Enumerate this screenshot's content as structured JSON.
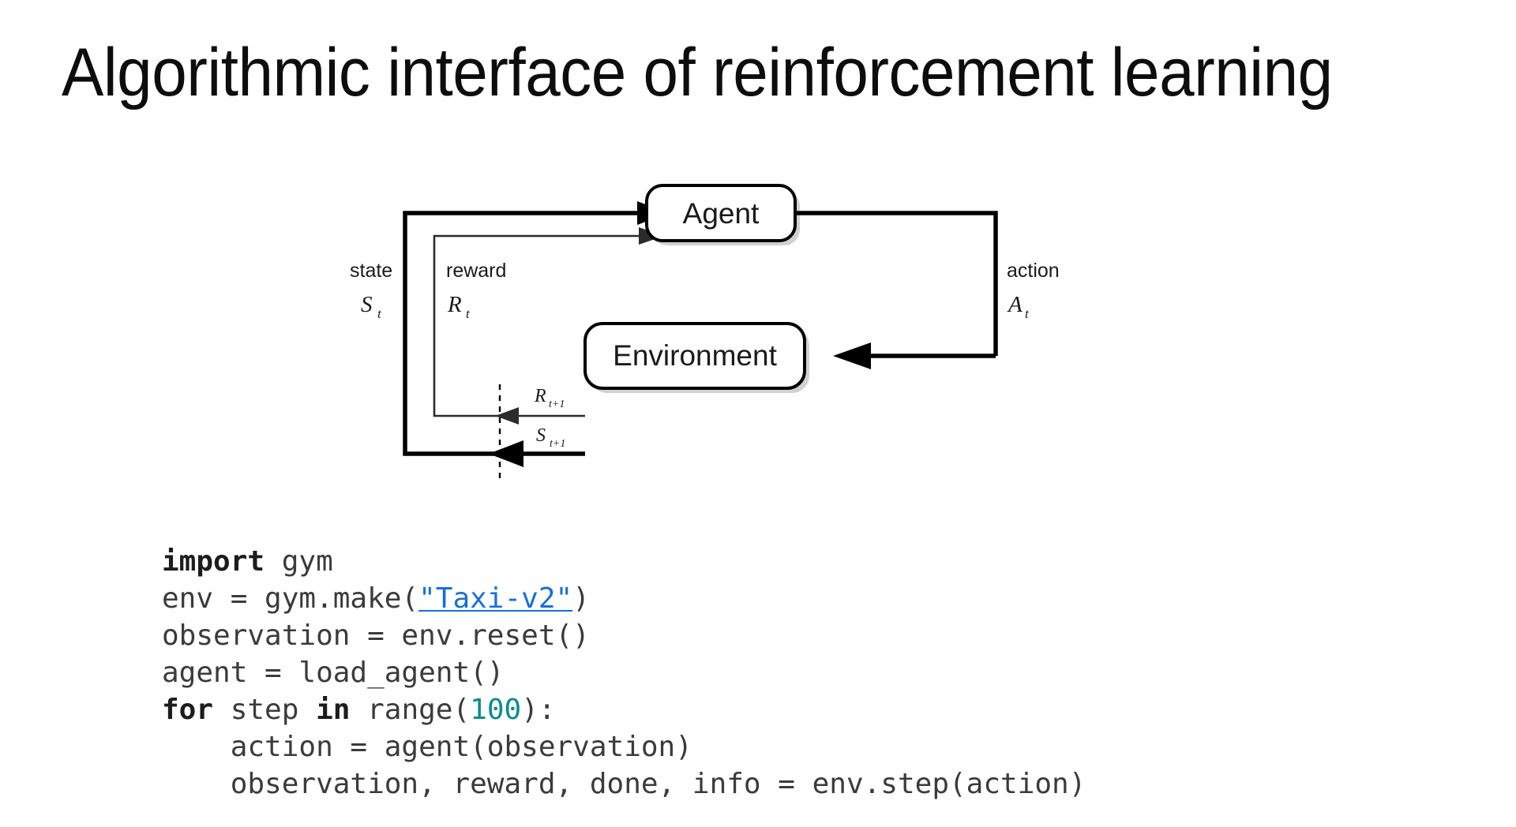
{
  "slide": {
    "title": "Algorithmic interface of reinforcement learning",
    "background_color": "#ffffff",
    "text_color": "#0d0d0d"
  },
  "diagram": {
    "name": "agent-environment-interaction-loop",
    "nodes": [
      {
        "id": "agent",
        "label": "Agent"
      },
      {
        "id": "environment",
        "label": "Environment"
      }
    ],
    "edges": [
      {
        "id": "state",
        "word": "state",
        "symbol": "S",
        "subscript": "t",
        "from": "environment",
        "to": "agent",
        "style": "thick"
      },
      {
        "id": "reward",
        "word": "reward",
        "symbol": "R",
        "subscript": "t",
        "from": "environment",
        "to": "agent",
        "style": "thin"
      },
      {
        "id": "action",
        "word": "action",
        "symbol": "A",
        "subscript": "t",
        "from": "agent",
        "to": "environment",
        "style": "thick"
      }
    ],
    "next_step_labels": [
      {
        "id": "reward-next",
        "symbol": "R",
        "subscript": "t+1"
      },
      {
        "id": "state-next",
        "symbol": "S",
        "subscript": "t+1"
      }
    ],
    "time_boundary": {
      "id": "time-step-divider",
      "style": "dashed-vertical"
    }
  },
  "code": {
    "language": "python",
    "lines": [
      {
        "id": "line-1",
        "tokens": [
          {
            "text": "import",
            "type": "keyword"
          },
          {
            "text": " gym",
            "type": "plain"
          }
        ]
      },
      {
        "id": "line-2",
        "tokens": [
          {
            "text": "env = gym.make(",
            "type": "plain"
          },
          {
            "text": "\"Taxi-v2\"",
            "type": "string-link"
          },
          {
            "text": ")",
            "type": "plain"
          }
        ]
      },
      {
        "id": "line-3",
        "tokens": [
          {
            "text": "observation = env.reset()",
            "type": "plain"
          }
        ]
      },
      {
        "id": "line-4",
        "tokens": [
          {
            "text": "agent = load_agent()",
            "type": "plain"
          }
        ]
      },
      {
        "id": "line-5",
        "tokens": [
          {
            "text": "for",
            "type": "keyword"
          },
          {
            "text": " step ",
            "type": "plain"
          },
          {
            "text": "in",
            "type": "keyword"
          },
          {
            "text": " range(",
            "type": "plain"
          },
          {
            "text": "100",
            "type": "number"
          },
          {
            "text": "):",
            "type": "plain"
          }
        ]
      },
      {
        "id": "line-6",
        "tokens": [
          {
            "text": "    action = agent(observation)",
            "type": "plain"
          }
        ]
      },
      {
        "id": "line-7",
        "tokens": [
          {
            "text": "    observation, reward, done, info = env.step(action)",
            "type": "plain"
          }
        ]
      }
    ],
    "colors": {
      "plain": "#3b3b3b",
      "keyword": "#1c1c1c",
      "number": "#0b8b8b",
      "string_link": "#1a6fd4"
    }
  }
}
